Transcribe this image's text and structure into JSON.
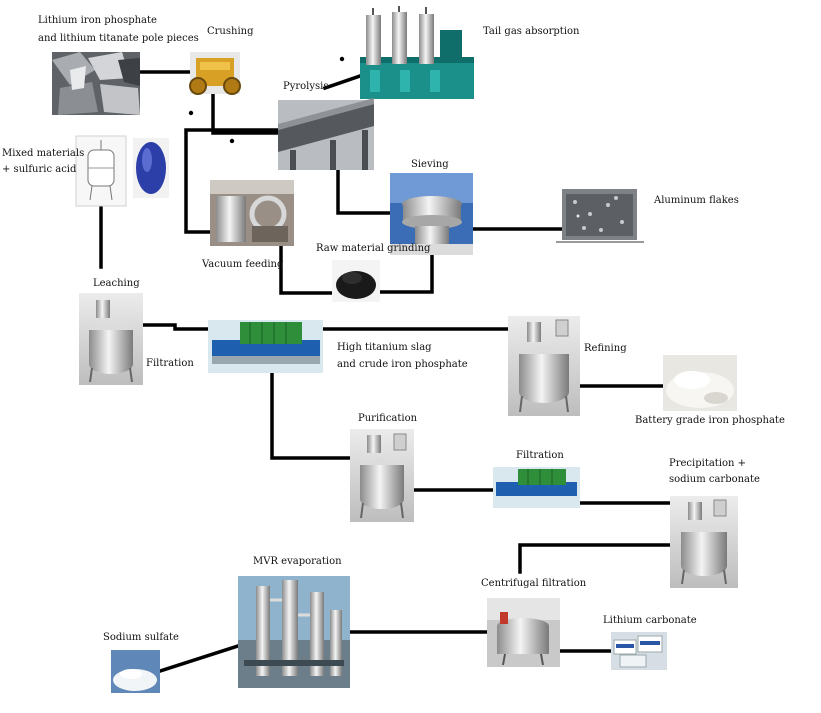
{
  "title": "",
  "steps": {
    "lfp_pieces": {
      "line1": "Lithium iron phosphate",
      "line2": "and lithium titanate pole pieces"
    },
    "crushing": "Crushing",
    "tail_gas": "Tail gas absorption",
    "pyrolysis": "Pyrolysis",
    "mixed": {
      "line1": "Mixed materials",
      "line2": "+ sulfuric acid"
    },
    "sieving": "Sieving",
    "aluminum": "Aluminum flakes",
    "vacuum_feeding": "Vacuum feeding",
    "grinding": "Raw material grinding",
    "leaching": "Leaching",
    "filtration_1": "Filtration",
    "slag": {
      "line1": "High titanium slag",
      "line2": "and crude iron phosphate"
    },
    "refining": "Refining",
    "battery_fp": "Battery grade iron phosphate",
    "purification": "Purification",
    "filtration_2": "Filtration",
    "precip": {
      "line1": "Precipitation +",
      "line2": "sodium carbonate"
    },
    "mvr": "MVR evaporation",
    "centrifugal": "Centrifugal filtration",
    "sodium_sulfate": "Sodium sulfate",
    "lithium_carbonate": "Lithium carbonate"
  },
  "icons": {
    "pole_pieces": "metal-scrap-photo",
    "crusher": "jaw-crusher-photo",
    "scrubber": "gas-scrubber-towers-photo",
    "kiln": "rotary-kiln-photo",
    "reactor": "reactor-vessel-drawing",
    "tank": "blue-storage-tank-photo",
    "vacuum": "vacuum-feeder-photo",
    "sieve": "vibrating-sieve-photo",
    "flakes": "aluminum-flakes-photo",
    "powder": "black-powder-photo",
    "filter_press": "filter-press-photo",
    "white_powder": "white-powder-photo",
    "mvr": "mvr-evaporator-photo",
    "centrifuge": "centrifuge-photo",
    "bags": "product-bags-photo",
    "salt": "sodium-sulfate-photo"
  }
}
